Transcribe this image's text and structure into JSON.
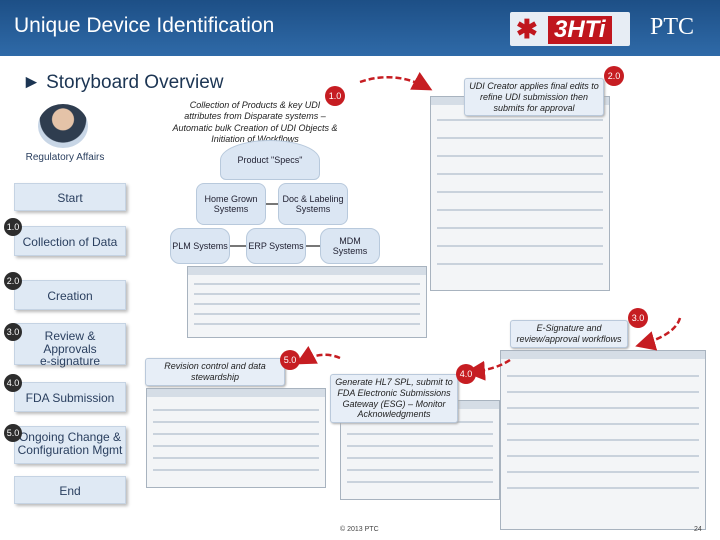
{
  "header": {
    "title": "Unique Device Identification",
    "logo_3hti": "3HTi",
    "logo_ptc": "PTC"
  },
  "section_title": "► Storyboard Overview",
  "persona": {
    "label": "Regulatory Affairs"
  },
  "steps": [
    {
      "num": "",
      "label": "Start"
    },
    {
      "num": "1.0",
      "label": "Collection of Data"
    },
    {
      "num": "2.0",
      "label": "Creation"
    },
    {
      "num": "3.0",
      "label": "Review & Approvals e-signature"
    },
    {
      "num": "4.0",
      "label": "FDA Submission"
    },
    {
      "num": "5.0",
      "label": "Ongoing Change & Configuration Mgmt"
    },
    {
      "num": "",
      "label": "End"
    }
  ],
  "diagram": {
    "step_badge": "1.0",
    "collection_note": "Collection of Products & key UDI attributes from Disparate systems – Automatic bulk Creation of UDI Objects & Initiation of Workflows",
    "nodes": {
      "product_specs": "Product \"Specs\"",
      "home_grown": "Home Grown Systems",
      "doc_labeling": "Doc & Labeling Systems",
      "plm": "PLM Systems",
      "erp": "ERP Systems",
      "mdm": "MDM Systems"
    }
  },
  "callouts": {
    "udi_creator": {
      "badge": "2.0",
      "text": "UDI Creator applies final edits to refine UDI submission then submits for approval"
    },
    "esignature": {
      "badge": "3.0",
      "text": "E-Signature and review/approval workflows"
    },
    "revision": {
      "badge": "5.0",
      "text": "Revision control and data stewardship"
    },
    "hl7": {
      "badge": "4.0",
      "text": "Generate HL7 SPL, submit to FDA Electronic Submissions Gateway (ESG) – Monitor Acknowledgments"
    }
  },
  "footer": {
    "copyright": "© 2013 PTC",
    "page": "24"
  },
  "colors": {
    "header_blue": "#2a5f9a",
    "badge_red": "#c61d22",
    "step_bg": "#dfe9f4"
  }
}
